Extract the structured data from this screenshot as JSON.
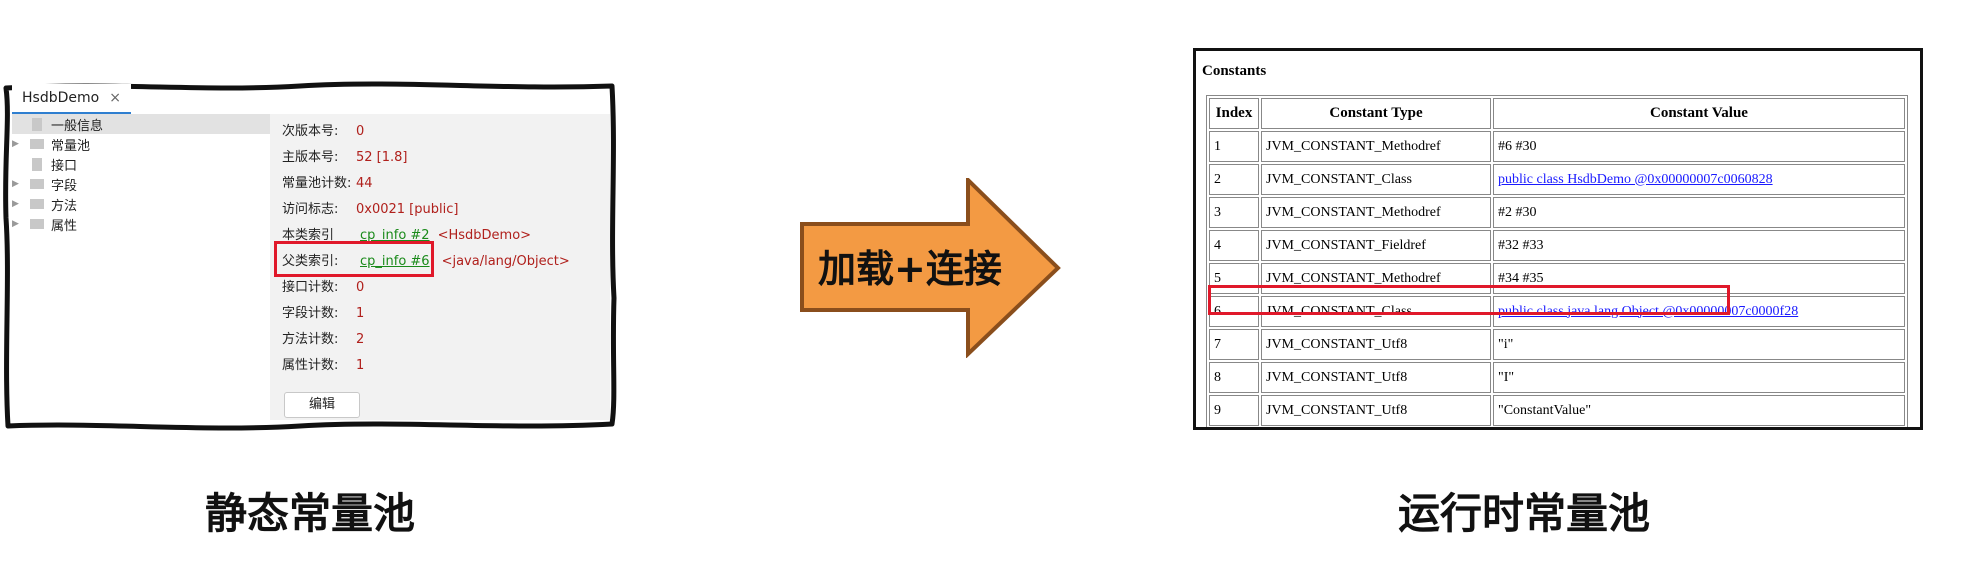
{
  "left": {
    "tab_label": "HsdbDemo",
    "tab_close": "×",
    "tree": [
      {
        "label": "一般信息",
        "selected": true,
        "expandable": false,
        "doc": true
      },
      {
        "label": "常量池",
        "selected": false,
        "expandable": true,
        "doc": false
      },
      {
        "label": "接口",
        "selected": false,
        "expandable": false,
        "doc": true
      },
      {
        "label": "字段",
        "selected": false,
        "expandable": true,
        "doc": false
      },
      {
        "label": "方法",
        "selected": false,
        "expandable": true,
        "doc": false
      },
      {
        "label": "属性",
        "selected": false,
        "expandable": true,
        "doc": false
      }
    ],
    "info": {
      "minor_version": {
        "key": "次版本号:",
        "value": "0"
      },
      "major_version": {
        "key": "主版本号:",
        "value": "52 [1.8]"
      },
      "constant_pool_count": {
        "key": "常量池计数:",
        "value": "44"
      },
      "access_flags": {
        "key": "访问标志:",
        "value": "0x0021 [public]"
      },
      "this_class": {
        "key": "本类索引",
        "link": "cp_info #2",
        "ref": "<HsdbDemo>"
      },
      "super_class": {
        "key": "父类索引:",
        "link": "cp_info #6",
        "ref": "<java/lang/Object>"
      },
      "interfaces_count": {
        "key": "接口计数:",
        "value": "0"
      },
      "fields_count": {
        "key": "字段计数:",
        "value": "1"
      },
      "methods_count": {
        "key": "方法计数:",
        "value": "2"
      },
      "attributes_count": {
        "key": "属性计数:",
        "value": "1"
      },
      "edit_button": "编辑"
    },
    "caption": "静态常量池"
  },
  "arrow": {
    "label": "加载+连接",
    "fill": "#f39a43",
    "stroke": "#8a4e1c"
  },
  "right": {
    "title": "Constants",
    "headers": [
      "Index",
      "Constant Type",
      "Constant Value"
    ],
    "rows": [
      {
        "index": "1",
        "type": "JVM_CONSTANT_Methodref",
        "value": "#6 #30",
        "link": false
      },
      {
        "index": "2",
        "type": "JVM_CONSTANT_Class",
        "value": "public class HsdbDemo @0x00000007c0060828",
        "link": true
      },
      {
        "index": "3",
        "type": "JVM_CONSTANT_Methodref",
        "value": "#2 #30",
        "link": false
      },
      {
        "index": "4",
        "type": "JVM_CONSTANT_Fieldref",
        "value": "#32 #33",
        "link": false
      },
      {
        "index": "5",
        "type": "JVM_CONSTANT_Methodref",
        "value": "#34 #35",
        "link": false
      },
      {
        "index": "6",
        "type": "JVM_CONSTANT_Class",
        "value": "public class java.lang.Object @0x00000007c0000f28",
        "link": true
      },
      {
        "index": "7",
        "type": "JVM_CONSTANT_Utf8",
        "value": "\"i\"",
        "link": false
      },
      {
        "index": "8",
        "type": "JVM_CONSTANT_Utf8",
        "value": "\"I\"",
        "link": false
      },
      {
        "index": "9",
        "type": "JVM_CONSTANT_Utf8",
        "value": "\"ConstantValue\"",
        "link": false
      }
    ],
    "caption": "运行时常量池"
  },
  "colors": {
    "highlight": "#e0182a",
    "link_green": "#1a8a1a",
    "value_red": "#b0201c",
    "link_blue": "#1a1aff"
  }
}
